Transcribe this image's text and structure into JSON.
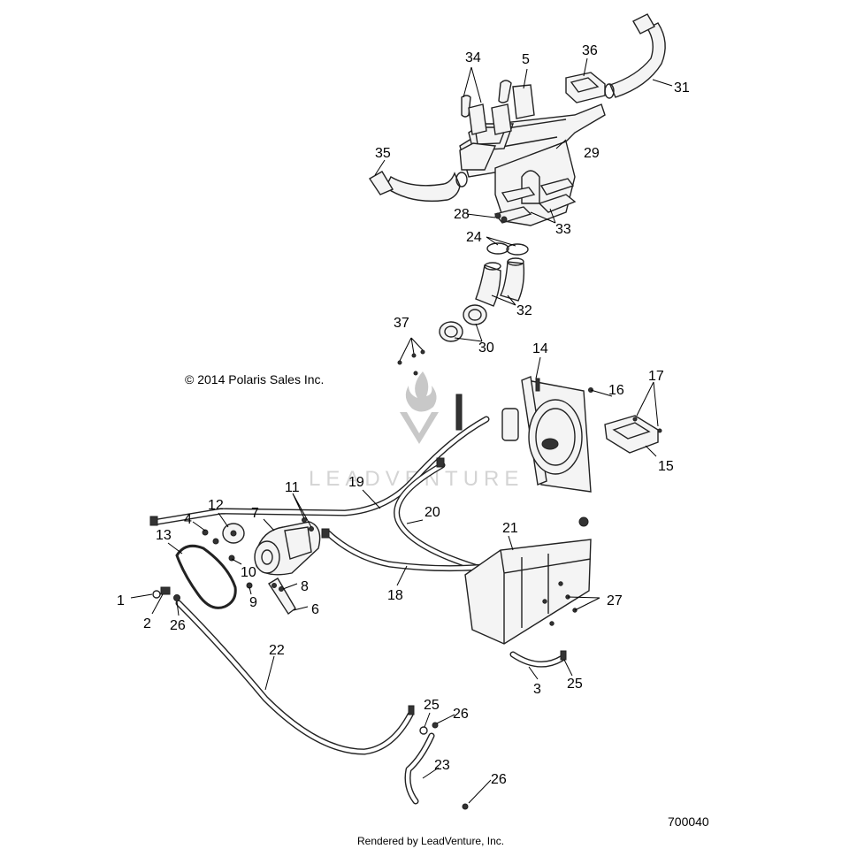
{
  "diagram": {
    "copyright": "© 2014 Polaris Sales Inc.",
    "watermark": "LEADVENTURE",
    "diagram_number": "700040",
    "footer": "Rendered by LeadVenture, Inc.",
    "labels": {
      "l1": "1",
      "l2": "2",
      "l3": "3",
      "l4": "4",
      "l5": "5",
      "l6": "6",
      "l7": "7",
      "l8": "8",
      "l9": "9",
      "l10": "10",
      "l11": "11",
      "l12": "12",
      "l13": "13",
      "l14": "14",
      "l15": "15",
      "l16": "16",
      "l17": "17",
      "l18": "18",
      "l19": "19",
      "l20": "20",
      "l21": "21",
      "l22": "22",
      "l23": "23",
      "l24": "24",
      "l25a": "25",
      "l25b": "25",
      "l26a": "26",
      "l26b": "26",
      "l26c": "26",
      "l27": "27",
      "l28": "28",
      "l29": "29",
      "l30": "30",
      "l31": "31",
      "l32": "32",
      "l33": "33",
      "l34": "34",
      "l35": "35",
      "l36": "36",
      "l37": "37"
    }
  }
}
